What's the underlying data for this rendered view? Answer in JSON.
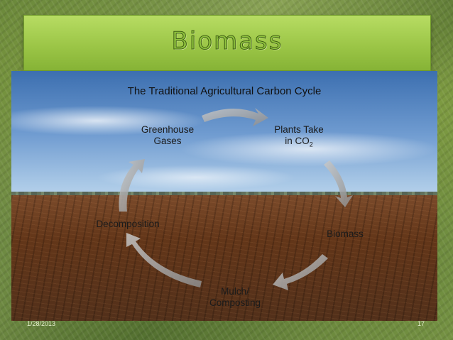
{
  "slide": {
    "title": "Biomass",
    "page_number": "17",
    "date": "1/28/2013"
  },
  "diagram": {
    "title": "The Traditional Agricultural Carbon Cycle",
    "nodes": {
      "greenhouse_line1": "Greenhouse",
      "greenhouse_line2": "Gases",
      "plants_line1": "Plants Take",
      "plants_line2_prefix": "in CO",
      "plants_line2_sub": "2",
      "biomass": "Biomass",
      "mulch_line1": "Mulch/",
      "mulch_line2": "Composting",
      "decomposition": "Decomposition"
    }
  },
  "colors": {
    "title_bar": "#9cc647",
    "arrow": "#9a9a9a"
  }
}
